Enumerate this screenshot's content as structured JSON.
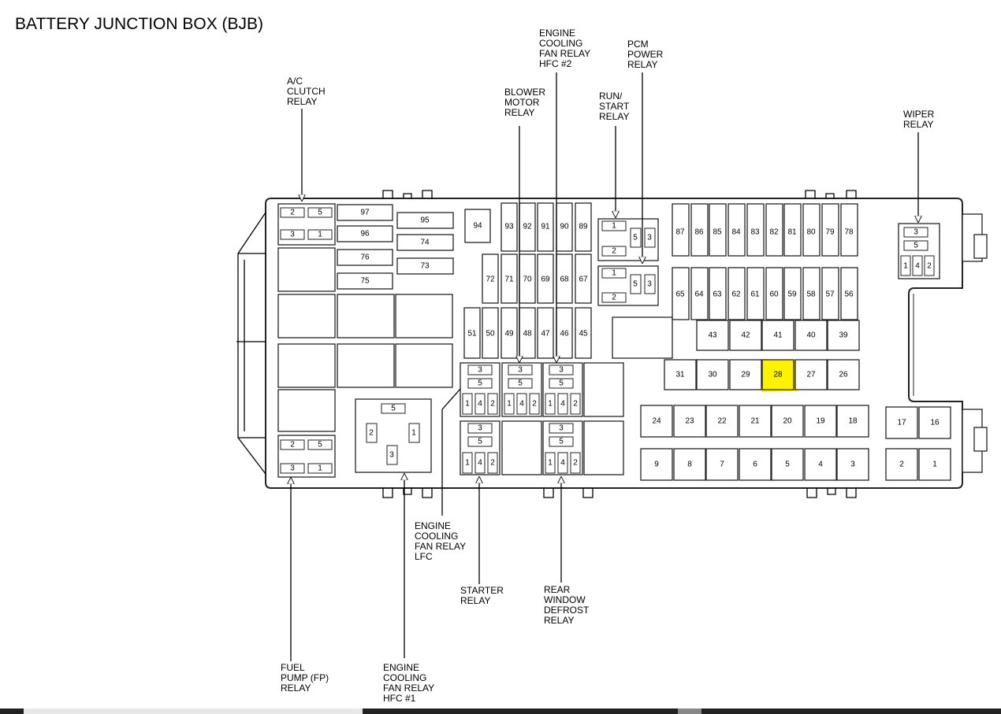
{
  "title": "BATTERY JUNCTION BOX (BJB)",
  "highlight_color": "#fff200",
  "labels": {
    "ac_clutch": [
      "A/C",
      "CLUTCH",
      "RELAY"
    ],
    "ecf_hfc2": [
      "ENGINE",
      "COOLING",
      "FAN RELAY",
      "HFC #2"
    ],
    "blower": [
      "BLOWER",
      "MOTOR",
      "RELAY"
    ],
    "run_start": [
      "RUN/",
      "START",
      "RELAY"
    ],
    "pcm": [
      "PCM",
      "POWER",
      "RELAY"
    ],
    "wiper": [
      "WIPER",
      "RELAY"
    ],
    "ecf_lfc": [
      "ENGINE",
      "COOLING",
      "FAN RELAY",
      "LFC"
    ],
    "starter": [
      "STARTER",
      "RELAY"
    ],
    "rear_defrost": [
      "REAR",
      "WINDOW",
      "DEFROST",
      "RELAY"
    ],
    "fuel_pump": [
      "FUEL",
      "PUMP (FP)",
      "RELAY"
    ],
    "ecf_hfc1": [
      "ENGINE",
      "COOLING",
      "FAN RELAY",
      "HFC #1"
    ]
  },
  "fuses": {
    "f97": "97",
    "f96": "96",
    "f95": "95",
    "f74": "74",
    "f76": "76",
    "f73": "73",
    "f75": "75",
    "f94": "94",
    "f93": "93",
    "f92": "92",
    "f91": "91",
    "f90": "90",
    "f89": "89",
    "f72": "72",
    "f71": "71",
    "f70": "70",
    "f69": "69",
    "f68": "68",
    "f67": "67",
    "f51": "51",
    "f50": "50",
    "f49": "49",
    "f48": "48",
    "f47": "47",
    "f46": "46",
    "f45": "45",
    "f87": "87",
    "f86": "86",
    "f85": "85",
    "f84": "84",
    "f83": "83",
    "f82": "82",
    "f81": "81",
    "f80": "80",
    "f79": "79",
    "f78": "78",
    "f65": "65",
    "f64": "64",
    "f63": "63",
    "f62": "62",
    "f61": "61",
    "f60": "60",
    "f59": "59",
    "f58": "58",
    "f57": "57",
    "f56": "56",
    "f43": "43",
    "f42": "42",
    "f41": "41",
    "f40": "40",
    "f39": "39",
    "f31": "31",
    "f30": "30",
    "f29": "29",
    "f28": "28",
    "f27": "27",
    "f26": "26",
    "f24": "24",
    "f23": "23",
    "f22": "22",
    "f21": "21",
    "f20": "20",
    "f19": "19",
    "f18": "18",
    "f17": "17",
    "f16": "16",
    "f9": "9",
    "f8": "8",
    "f7": "7",
    "f6": "6",
    "f5": "5",
    "f4": "4",
    "f3": "3",
    "f2": "2",
    "f1": "1"
  },
  "pins": {
    "p1": "1",
    "p2": "2",
    "p3": "3",
    "p4": "4",
    "p5": "5"
  }
}
